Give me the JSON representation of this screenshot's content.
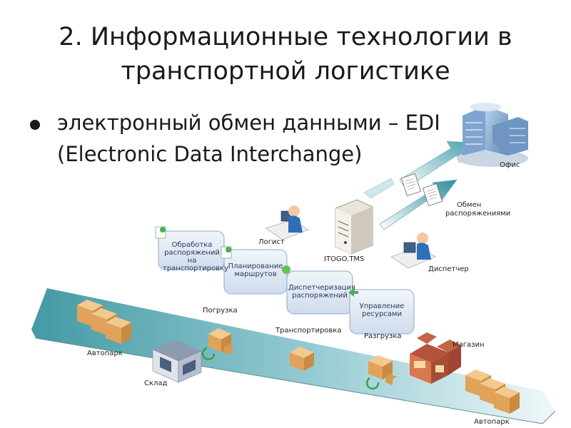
{
  "slide": {
    "title_line1": "2. Информационные технологии в",
    "title_line2": "транспортной логистике",
    "bullet_line1": "электронный обмен данными – EDI",
    "bullet_line2": "(Electronic Data Interchange)"
  },
  "diagram": {
    "office": "Офис",
    "exchange_line1": "Обмен",
    "exchange_line2": "распоряжениями",
    "logist": "Логист",
    "server": "ITOGO.TMS",
    "dispatcher": "Диспетчер",
    "process_steps": [
      "Обработка распоряжений на транспортировку",
      "Планирование маршрутов",
      "Диспетчеризация распоряжений",
      "Управление ресурсами"
    ],
    "stages": {
      "loading": "Погрузка",
      "transport": "Транспортировка",
      "unloading": "Разгрузка",
      "depot_start": "Автопарк",
      "warehouse": "Склад",
      "shop": "Магазин",
      "depot_end": "Автопарк"
    }
  },
  "colors": {
    "road_dark": "#3e9aa5",
    "road_light": "#d6ecef",
    "process_fill": "#dfe8f3",
    "process_stroke": "#8fa9c9",
    "cargo": "#e8a855"
  }
}
